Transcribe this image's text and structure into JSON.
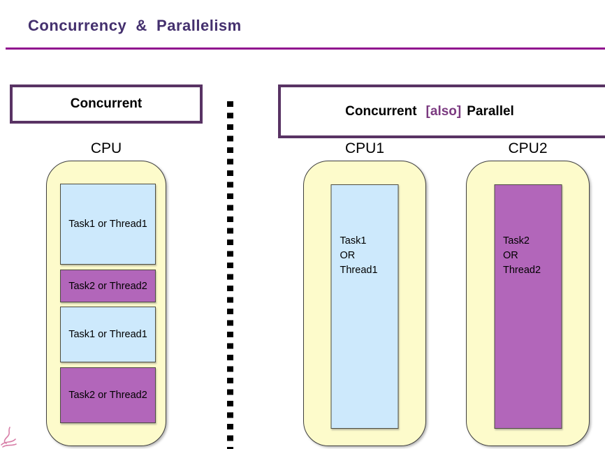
{
  "title": "Concurrency  &  Parallelism",
  "left_panel": {
    "header": "Concurrent",
    "cpu_label": "CPU",
    "tasks": [
      {
        "label": "Task1 or Thread1",
        "color": "blue"
      },
      {
        "label": "Task2 or Thread2",
        "color": "purple"
      },
      {
        "label": "Task1 or Thread1",
        "color": "blue"
      },
      {
        "label": "Task2 or Thread2",
        "color": "purple"
      }
    ]
  },
  "right_panel": {
    "header": {
      "part1": "Concurrent",
      "part2": "[also]",
      "part3": "Parallel"
    },
    "cpus": [
      {
        "label": "CPU1",
        "color": "blue",
        "lines": [
          "Task1",
          "OR",
          "Thread1"
        ]
      },
      {
        "label": "CPU2",
        "color": "purple",
        "lines": [
          "Task2",
          "OR",
          "Thread2"
        ]
      }
    ]
  },
  "colors": {
    "title_text": "#44306E",
    "title_rule": "#91118F",
    "header_box_border": "#593364",
    "also_text": "#7B3A80",
    "cpu_container_fill": "#FDFBCB",
    "task_blue_fill": "#CDE9FC",
    "task_purple_fill": "#B266BA",
    "dotted_line": "#000000",
    "logo_pink": "#D87FA8"
  }
}
